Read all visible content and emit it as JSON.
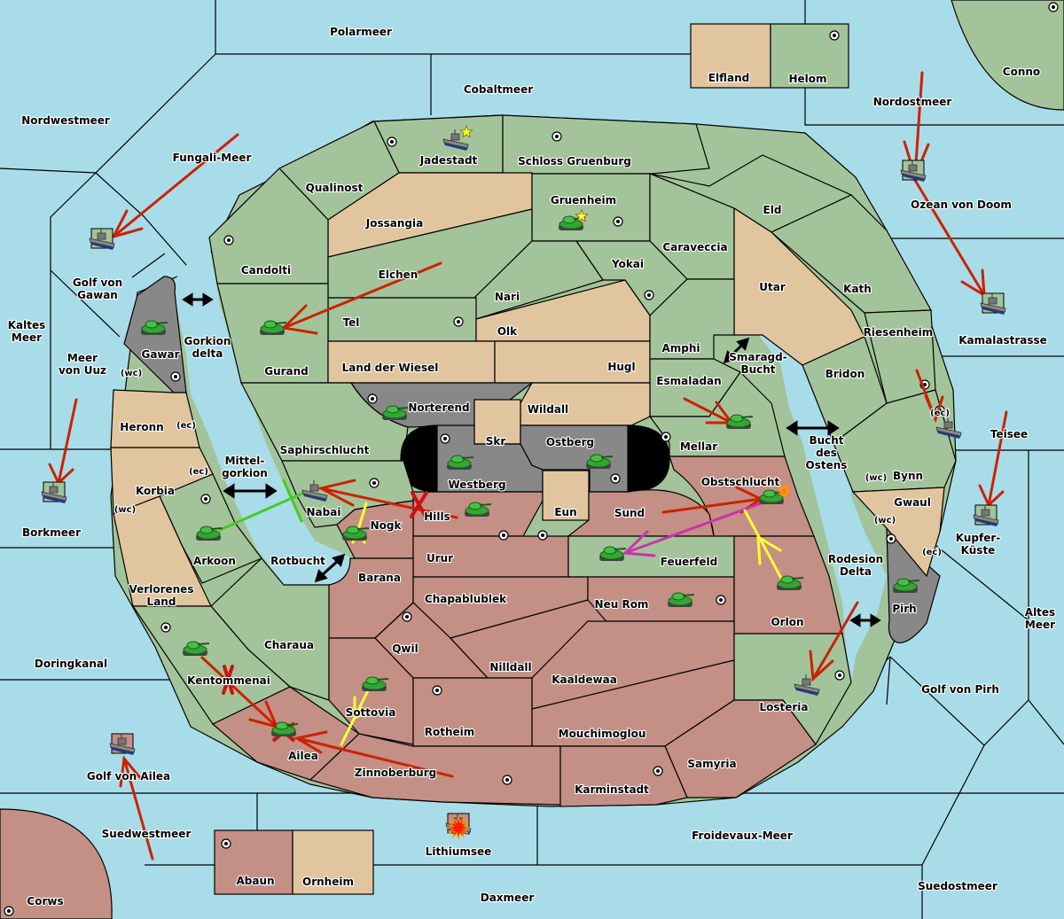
{
  "title": "Diplomacy Map",
  "colors": {
    "sea": "#a9dce9",
    "green_power": "#a3c49a",
    "tan_neutral": "#e1c59e",
    "red_power": "#c48f85",
    "gray_power": "#888888",
    "order_move": "#cc2200",
    "order_support_yellow": "#ffff33",
    "order_support_green": "#44cc22",
    "order_convoy_magenta": "#cc33aa",
    "star": "#ffff33"
  },
  "seas": [
    {
      "id": "polarmeer",
      "label": "Polarmeer"
    },
    {
      "id": "cobaltmeer",
      "label": "Cobaltmeer"
    },
    {
      "id": "nordwestmeer",
      "label": "Nordwestmeer"
    },
    {
      "id": "fungali-meer",
      "label": "Fungali-Meer"
    },
    {
      "id": "golf-von-gawan",
      "label": "Golf von Gawan"
    },
    {
      "id": "kaltes-meer",
      "label": "Kaltes Meer"
    },
    {
      "id": "meer-von-uuz",
      "label": "Meer von Uuz"
    },
    {
      "id": "borkmeer",
      "label": "Borkmeer"
    },
    {
      "id": "doringkanal",
      "label": "Doringkanal"
    },
    {
      "id": "golf-von-ailea",
      "label": "Golf von Ailea"
    },
    {
      "id": "suedwestmeer",
      "label": "Suedwestmeer"
    },
    {
      "id": "lithiumsee",
      "label": "Lithiumsee"
    },
    {
      "id": "daxmeer",
      "label": "Daxmeer"
    },
    {
      "id": "froidevaux-meer",
      "label": "Froidevaux-Meer"
    },
    {
      "id": "suedostmeer",
      "label": "Suedostmeer"
    },
    {
      "id": "golf-von-pirh",
      "label": "Golf von Pirh"
    },
    {
      "id": "altes-meer",
      "label": "Altes Meer"
    },
    {
      "id": "kupfer-kueste",
      "label": "Kupfer-Küste"
    },
    {
      "id": "teisee",
      "label": "Teisee"
    },
    {
      "id": "kamalastrasse",
      "label": "Kamalastrasse"
    },
    {
      "id": "ozean-von-doom",
      "label": "Ozean von Doom"
    },
    {
      "id": "nordostmeer",
      "label": "Nordostmeer"
    },
    {
      "id": "gorkion-delta",
      "label": "Gorkion delta"
    },
    {
      "id": "mittel-gorkion",
      "label": "Mittel- gorkion"
    },
    {
      "id": "rotbucht",
      "label": "Rotbucht"
    },
    {
      "id": "smaragd-bucht",
      "label": "Smaragd- Bucht"
    },
    {
      "id": "bucht-des-ostens",
      "label": "Bucht des Ostens"
    },
    {
      "id": "rodesion-delta",
      "label": "Rodesion Delta"
    }
  ],
  "lands": [
    {
      "id": "elfland",
      "label": "Elfland",
      "owner": "tan"
    },
    {
      "id": "helom",
      "label": "Helom",
      "owner": "green"
    },
    {
      "id": "conno",
      "label": "Conno",
      "owner": "green"
    },
    {
      "id": "corws",
      "label": "Corws",
      "owner": "red"
    },
    {
      "id": "abaun",
      "label": "Abaun",
      "owner": "red"
    },
    {
      "id": "ornheim",
      "label": "Ornheim",
      "owner": "tan"
    },
    {
      "id": "jadestadt",
      "label": "Jadestadt",
      "owner": "green"
    },
    {
      "id": "schloss-gruenburg",
      "label": "Schloss Gruenburg",
      "owner": "green"
    },
    {
      "id": "qualinost",
      "label": "Qualinost",
      "owner": "green"
    },
    {
      "id": "jossangia",
      "label": "Jossangia",
      "owner": "tan"
    },
    {
      "id": "gruenheim",
      "label": "Gruenheim",
      "owner": "green"
    },
    {
      "id": "eld",
      "label": "Eld",
      "owner": "green"
    },
    {
      "id": "candolti",
      "label": "Candolti",
      "owner": "green"
    },
    {
      "id": "elchen",
      "label": "Elchen",
      "owner": "green"
    },
    {
      "id": "caraveccia",
      "label": "Caraveccia",
      "owner": "green"
    },
    {
      "id": "yokai",
      "label": "Yokai",
      "owner": "green"
    },
    {
      "id": "nari",
      "label": "Nari",
      "owner": "green"
    },
    {
      "id": "utar",
      "label": "Utar",
      "owner": "tan"
    },
    {
      "id": "kath",
      "label": "Kath",
      "owner": "green"
    },
    {
      "id": "tel",
      "label": "Tel",
      "owner": "green"
    },
    {
      "id": "olk",
      "label": "Olk",
      "owner": "tan"
    },
    {
      "id": "gurand",
      "label": "Gurand",
      "owner": "green"
    },
    {
      "id": "land-der-wiesel",
      "label": "Land der Wiesel",
      "owner": "tan"
    },
    {
      "id": "hugl",
      "label": "Hugl",
      "owner": "tan"
    },
    {
      "id": "amphi",
      "label": "Amphi",
      "owner": "green"
    },
    {
      "id": "riesenheim",
      "label": "Riesenheim",
      "owner": "green"
    },
    {
      "id": "esmaladan",
      "label": "Esmaladan",
      "owner": "green"
    },
    {
      "id": "bridon",
      "label": "Bridon",
      "owner": "green"
    },
    {
      "id": "gawar",
      "label": "Gawar",
      "owner": "gray"
    },
    {
      "id": "heronn",
      "label": "Heronn",
      "owner": "tan"
    },
    {
      "id": "norterend",
      "label": "Norterend",
      "owner": "gray"
    },
    {
      "id": "wildall",
      "label": "Wildall",
      "owner": "tan"
    },
    {
      "id": "skr",
      "label": "Skr",
      "owner": "tan"
    },
    {
      "id": "saphirschlucht",
      "label": "Saphirschlucht",
      "owner": "green"
    },
    {
      "id": "ostberg",
      "label": "Ostberg",
      "owner": "gray"
    },
    {
      "id": "westberg",
      "label": "Westberg",
      "owner": "gray"
    },
    {
      "id": "mellar",
      "label": "Mellar",
      "owner": "green"
    },
    {
      "id": "korbia",
      "label": "Korbia",
      "owner": "tan"
    },
    {
      "id": "nabai",
      "label": "Nabai",
      "owner": "green"
    },
    {
      "id": "obstschlucht",
      "label": "Obstschlucht",
      "owner": "red"
    },
    {
      "id": "bynn",
      "label": "Bynn",
      "owner": "green"
    },
    {
      "id": "gwaul",
      "label": "Gwaul",
      "owner": "tan"
    },
    {
      "id": "hills",
      "label": "Hills",
      "owner": "red"
    },
    {
      "id": "eun",
      "label": "Eun",
      "owner": "tan"
    },
    {
      "id": "sund",
      "label": "Sund",
      "owner": "red"
    },
    {
      "id": "nogk",
      "label": "Nogk",
      "owner": "red"
    },
    {
      "id": "arkoon",
      "label": "Arkoon",
      "owner": "green"
    },
    {
      "id": "urur",
      "label": "Urur",
      "owner": "red"
    },
    {
      "id": "feuerfeld",
      "label": "Feuerfeld",
      "owner": "green"
    },
    {
      "id": "barana",
      "label": "Barana",
      "owner": "red"
    },
    {
      "id": "verlorenes-land",
      "label": "Verlorenes Land",
      "owner": "tan"
    },
    {
      "id": "chapablublek",
      "label": "Chapablublek",
      "owner": "red"
    },
    {
      "id": "neu-rom",
      "label": "Neu Rom",
      "owner": "red"
    },
    {
      "id": "orlon",
      "label": "Orlon",
      "owner": "red"
    },
    {
      "id": "pirh",
      "label": "Pirh",
      "owner": "gray"
    },
    {
      "id": "charaua",
      "label": "Charaua",
      "owner": "green"
    },
    {
      "id": "qwil",
      "label": "Qwil",
      "owner": "red"
    },
    {
      "id": "nilldall",
      "label": "Nilldall",
      "owner": "red"
    },
    {
      "id": "kentommenai",
      "label": "Kentommenai",
      "owner": "green"
    },
    {
      "id": "kaaldewaa",
      "label": "Kaaldewaa",
      "owner": "red"
    },
    {
      "id": "losteria",
      "label": "Losteria",
      "owner": "green"
    },
    {
      "id": "sottovia",
      "label": "Sottovia",
      "owner": "red"
    },
    {
      "id": "rotheim",
      "label": "Rotheim",
      "owner": "red"
    },
    {
      "id": "mouchimoglou",
      "label": "Mouchimoglou",
      "owner": "red"
    },
    {
      "id": "ailea",
      "label": "Ailea",
      "owner": "red"
    },
    {
      "id": "samyria",
      "label": "Samyria",
      "owner": "red"
    },
    {
      "id": "zinnoberburg",
      "label": "Zinnoberburg",
      "owner": "red"
    },
    {
      "id": "karminstadt",
      "label": "Karminstadt",
      "owner": "red"
    }
  ],
  "coast_markers": [
    {
      "province": "gawar",
      "label": "(wc)"
    },
    {
      "province": "heronn",
      "label": "(ec)"
    },
    {
      "province": "korbia",
      "label": "(ec)"
    },
    {
      "province": "korbia",
      "label": "(wc)"
    },
    {
      "province": "bynn",
      "label": "(ec)"
    },
    {
      "province": "bynn",
      "label": "(wc)"
    },
    {
      "province": "gwaul",
      "label": "(wc)"
    },
    {
      "province": "gwaul",
      "label": "(ec)"
    }
  ],
  "units": [
    {
      "type": "fleet",
      "province": "jadestadt",
      "power": "green",
      "marker": "star"
    },
    {
      "type": "army",
      "province": "gruenheim",
      "power": "green",
      "marker": "star"
    },
    {
      "type": "fleet",
      "province": "golf-von-gawan",
      "power": "green"
    },
    {
      "type": "fleet",
      "province": "ozean-von-doom",
      "power": "green"
    },
    {
      "type": "fleet",
      "province": "kamalastrasse",
      "power": "green"
    },
    {
      "type": "fleet",
      "province": "borkmeer",
      "power": "green"
    },
    {
      "type": "fleet",
      "province": "kupfer-kueste",
      "power": "green"
    },
    {
      "type": "fleet",
      "province": "golf-von-ailea",
      "power": "red"
    },
    {
      "type": "fleet",
      "province": "lithiumsee",
      "power": "red",
      "marker": "destroyed"
    },
    {
      "type": "army",
      "province": "gawar",
      "power": "gray"
    },
    {
      "type": "army",
      "province": "gurand",
      "power": "green"
    },
    {
      "type": "army",
      "province": "norterend",
      "power": "gray"
    },
    {
      "type": "army",
      "province": "westberg",
      "power": "gray"
    },
    {
      "type": "army",
      "province": "ostberg",
      "power": "gray"
    },
    {
      "type": "army",
      "province": "mellar",
      "power": "green"
    },
    {
      "type": "fleet",
      "province": "nabai",
      "power": "green"
    },
    {
      "type": "army",
      "province": "hills",
      "power": "red"
    },
    {
      "type": "army",
      "province": "obstschlucht",
      "power": "red",
      "marker": "dislodged"
    },
    {
      "type": "fleet",
      "province": "bynn",
      "power": "green"
    },
    {
      "type": "army",
      "province": "nogk",
      "power": "red"
    },
    {
      "type": "army",
      "province": "arkoon",
      "power": "green"
    },
    {
      "type": "army",
      "province": "feuerfeld",
      "power": "green"
    },
    {
      "type": "army",
      "province": "neu-rom",
      "power": "red"
    },
    {
      "type": "army",
      "province": "orlon",
      "power": "red"
    },
    {
      "type": "army",
      "province": "pirh",
      "power": "gray"
    },
    {
      "type": "army",
      "province": "kentommenai",
      "power": "green"
    },
    {
      "type": "fleet",
      "province": "losteria",
      "power": "green"
    },
    {
      "type": "army",
      "province": "sottovia",
      "power": "red"
    },
    {
      "type": "army",
      "province": "ailea",
      "power": "red",
      "marker": "dislodged-x"
    }
  ],
  "orders": [
    {
      "from": "fungali-meer",
      "to": "golf-von-gawan",
      "kind": "move"
    },
    {
      "from": "elchen",
      "to": "gurand",
      "kind": "move"
    },
    {
      "from": "nordostmeer",
      "to": "ozean-von-doom",
      "kind": "move"
    },
    {
      "from": "ozean-von-doom",
      "to": "kamalastrasse",
      "kind": "move"
    },
    {
      "from": "meer-von-uuz",
      "to": "borkmeer",
      "kind": "move"
    },
    {
      "from": "esmaladan",
      "to": "mellar",
      "kind": "move"
    },
    {
      "from": "riesenheim",
      "to": "bynn",
      "kind": "move"
    },
    {
      "from": "teisee",
      "to": "kupfer-kueste",
      "kind": "move"
    },
    {
      "from": "hills",
      "to": "nabai",
      "kind": "move",
      "failed": true
    },
    {
      "from": "sund",
      "to": "obstschlucht",
      "kind": "move"
    },
    {
      "from": "obstschlucht",
      "to": "feuerfeld",
      "kind": "convoy"
    },
    {
      "from": "orlon",
      "to": "obstschlucht",
      "kind": "support"
    },
    {
      "from": "nogk",
      "to": "nabai",
      "kind": "support"
    },
    {
      "from": "arkoon",
      "to": "nabai",
      "kind": "support-cut"
    },
    {
      "from": "kentommenai",
      "to": "ailea",
      "kind": "move",
      "failed": true
    },
    {
      "from": "zinnoberburg",
      "to": "ailea",
      "kind": "move"
    },
    {
      "from": "sottovia",
      "to": "ailea",
      "kind": "support"
    },
    {
      "from": "suedwestmeer",
      "to": "golf-von-ailea",
      "kind": "move"
    },
    {
      "from": "orlon",
      "to": "losteria",
      "kind": "move"
    }
  ],
  "bounce_arrows": [
    {
      "between": [
        "gawar",
        "candolti"
      ]
    },
    {
      "between": [
        "korbia",
        "nabai"
      ]
    },
    {
      "between": [
        "arkoon",
        "barana"
      ]
    },
    {
      "between": [
        "amphi",
        "utar"
      ]
    },
    {
      "between": [
        "mellar",
        "bridon"
      ]
    },
    {
      "between": [
        "orlon",
        "pirh"
      ]
    }
  ]
}
